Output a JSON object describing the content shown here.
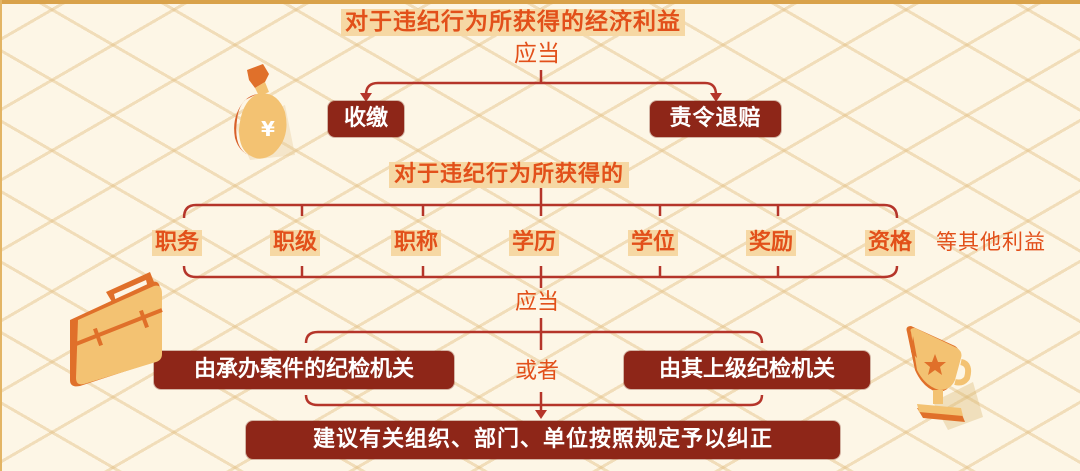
{
  "colors": {
    "background": "#fdf6e6",
    "grid_line": "#e2be82",
    "highlight_bg": "#f6d8a4",
    "highlight_text": "#e2501a",
    "box_bg": "#8e2618",
    "box_text": "#ffffff",
    "connector": "#b5352a",
    "icon_light": "#f3c272",
    "icon_dark": "#e0702a"
  },
  "section1": {
    "title": "对于违纪行为所获得的经济利益",
    "should": "应当",
    "options": [
      "收缴",
      "责令退赔"
    ]
  },
  "section2": {
    "title": "对于违纪行为所获得的",
    "benefits": [
      "职务",
      "职级",
      "职称",
      "学历",
      "学位",
      "奖励",
      "资格"
    ],
    "suffix": "等其他利益",
    "should": "应当",
    "organ_left": "由承办案件的纪检机关",
    "or": "或者",
    "organ_right": "由其上级纪检机关",
    "action": "建议有关组织、部门、单位按照规定予以纠正"
  },
  "icons": [
    "money-bag-icon",
    "briefcase-icon",
    "trophy-icon"
  ]
}
